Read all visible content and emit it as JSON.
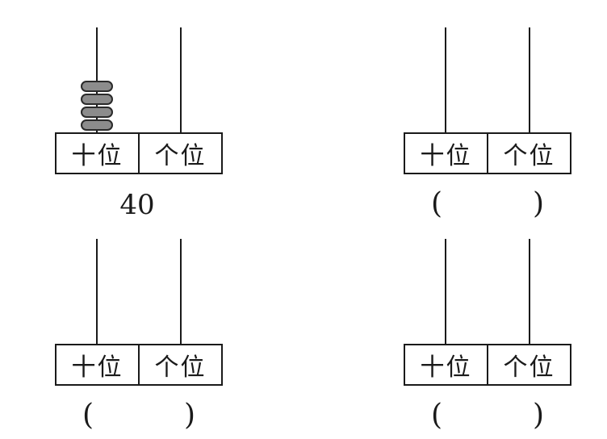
{
  "abaci": [
    {
      "tens_label": "十位",
      "ones_label": "个位",
      "tens_beads": 4,
      "ones_beads": 0,
      "answer": "40"
    },
    {
      "tens_label": "十位",
      "ones_label": "个位",
      "tens_beads": 0,
      "ones_beads": 0,
      "answer_open": "(",
      "answer_close": ")"
    },
    {
      "tens_label": "十位",
      "ones_label": "个位",
      "tens_beads": 0,
      "ones_beads": 0,
      "answer_open": "(",
      "answer_close": ")"
    },
    {
      "tens_label": "十位",
      "ones_label": "个位",
      "tens_beads": 0,
      "ones_beads": 0,
      "answer_open": "(",
      "answer_close": ")"
    }
  ],
  "colors": {
    "bead_fill": "#8c8c8c",
    "line": "#1a1a1a"
  }
}
